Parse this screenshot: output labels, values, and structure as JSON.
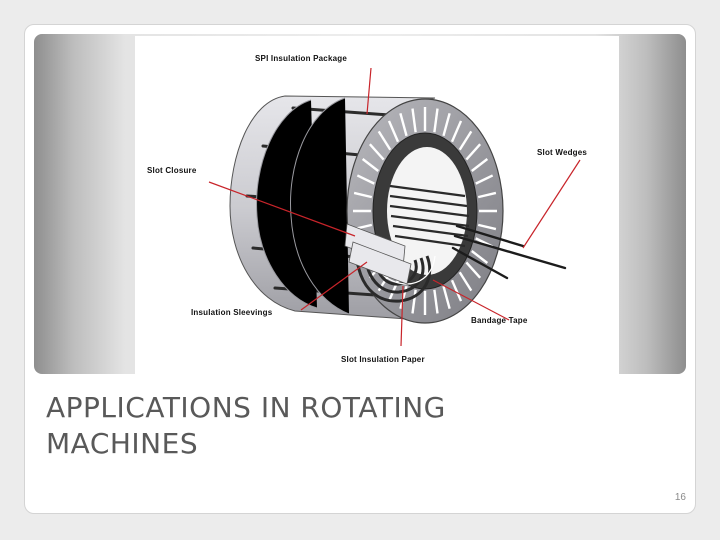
{
  "slide": {
    "title_line1": "APPLICATIONS IN ROTATING",
    "title_line2": "MACHINES",
    "page_number": "16"
  },
  "diagram": {
    "callouts": {
      "package": "SPI Insulation Package",
      "slot_wedges": "Slot Wedges",
      "slot_closure": "Slot Closure",
      "sleevings": "Insulation Sleevings",
      "bandage": "Bandage Tape",
      "slot_paper": "Slot Insulation Paper"
    },
    "colors": {
      "leader_lines": "#c8242a",
      "stator_body": "#cfcfd4",
      "winding": "#2a2a2a"
    }
  }
}
